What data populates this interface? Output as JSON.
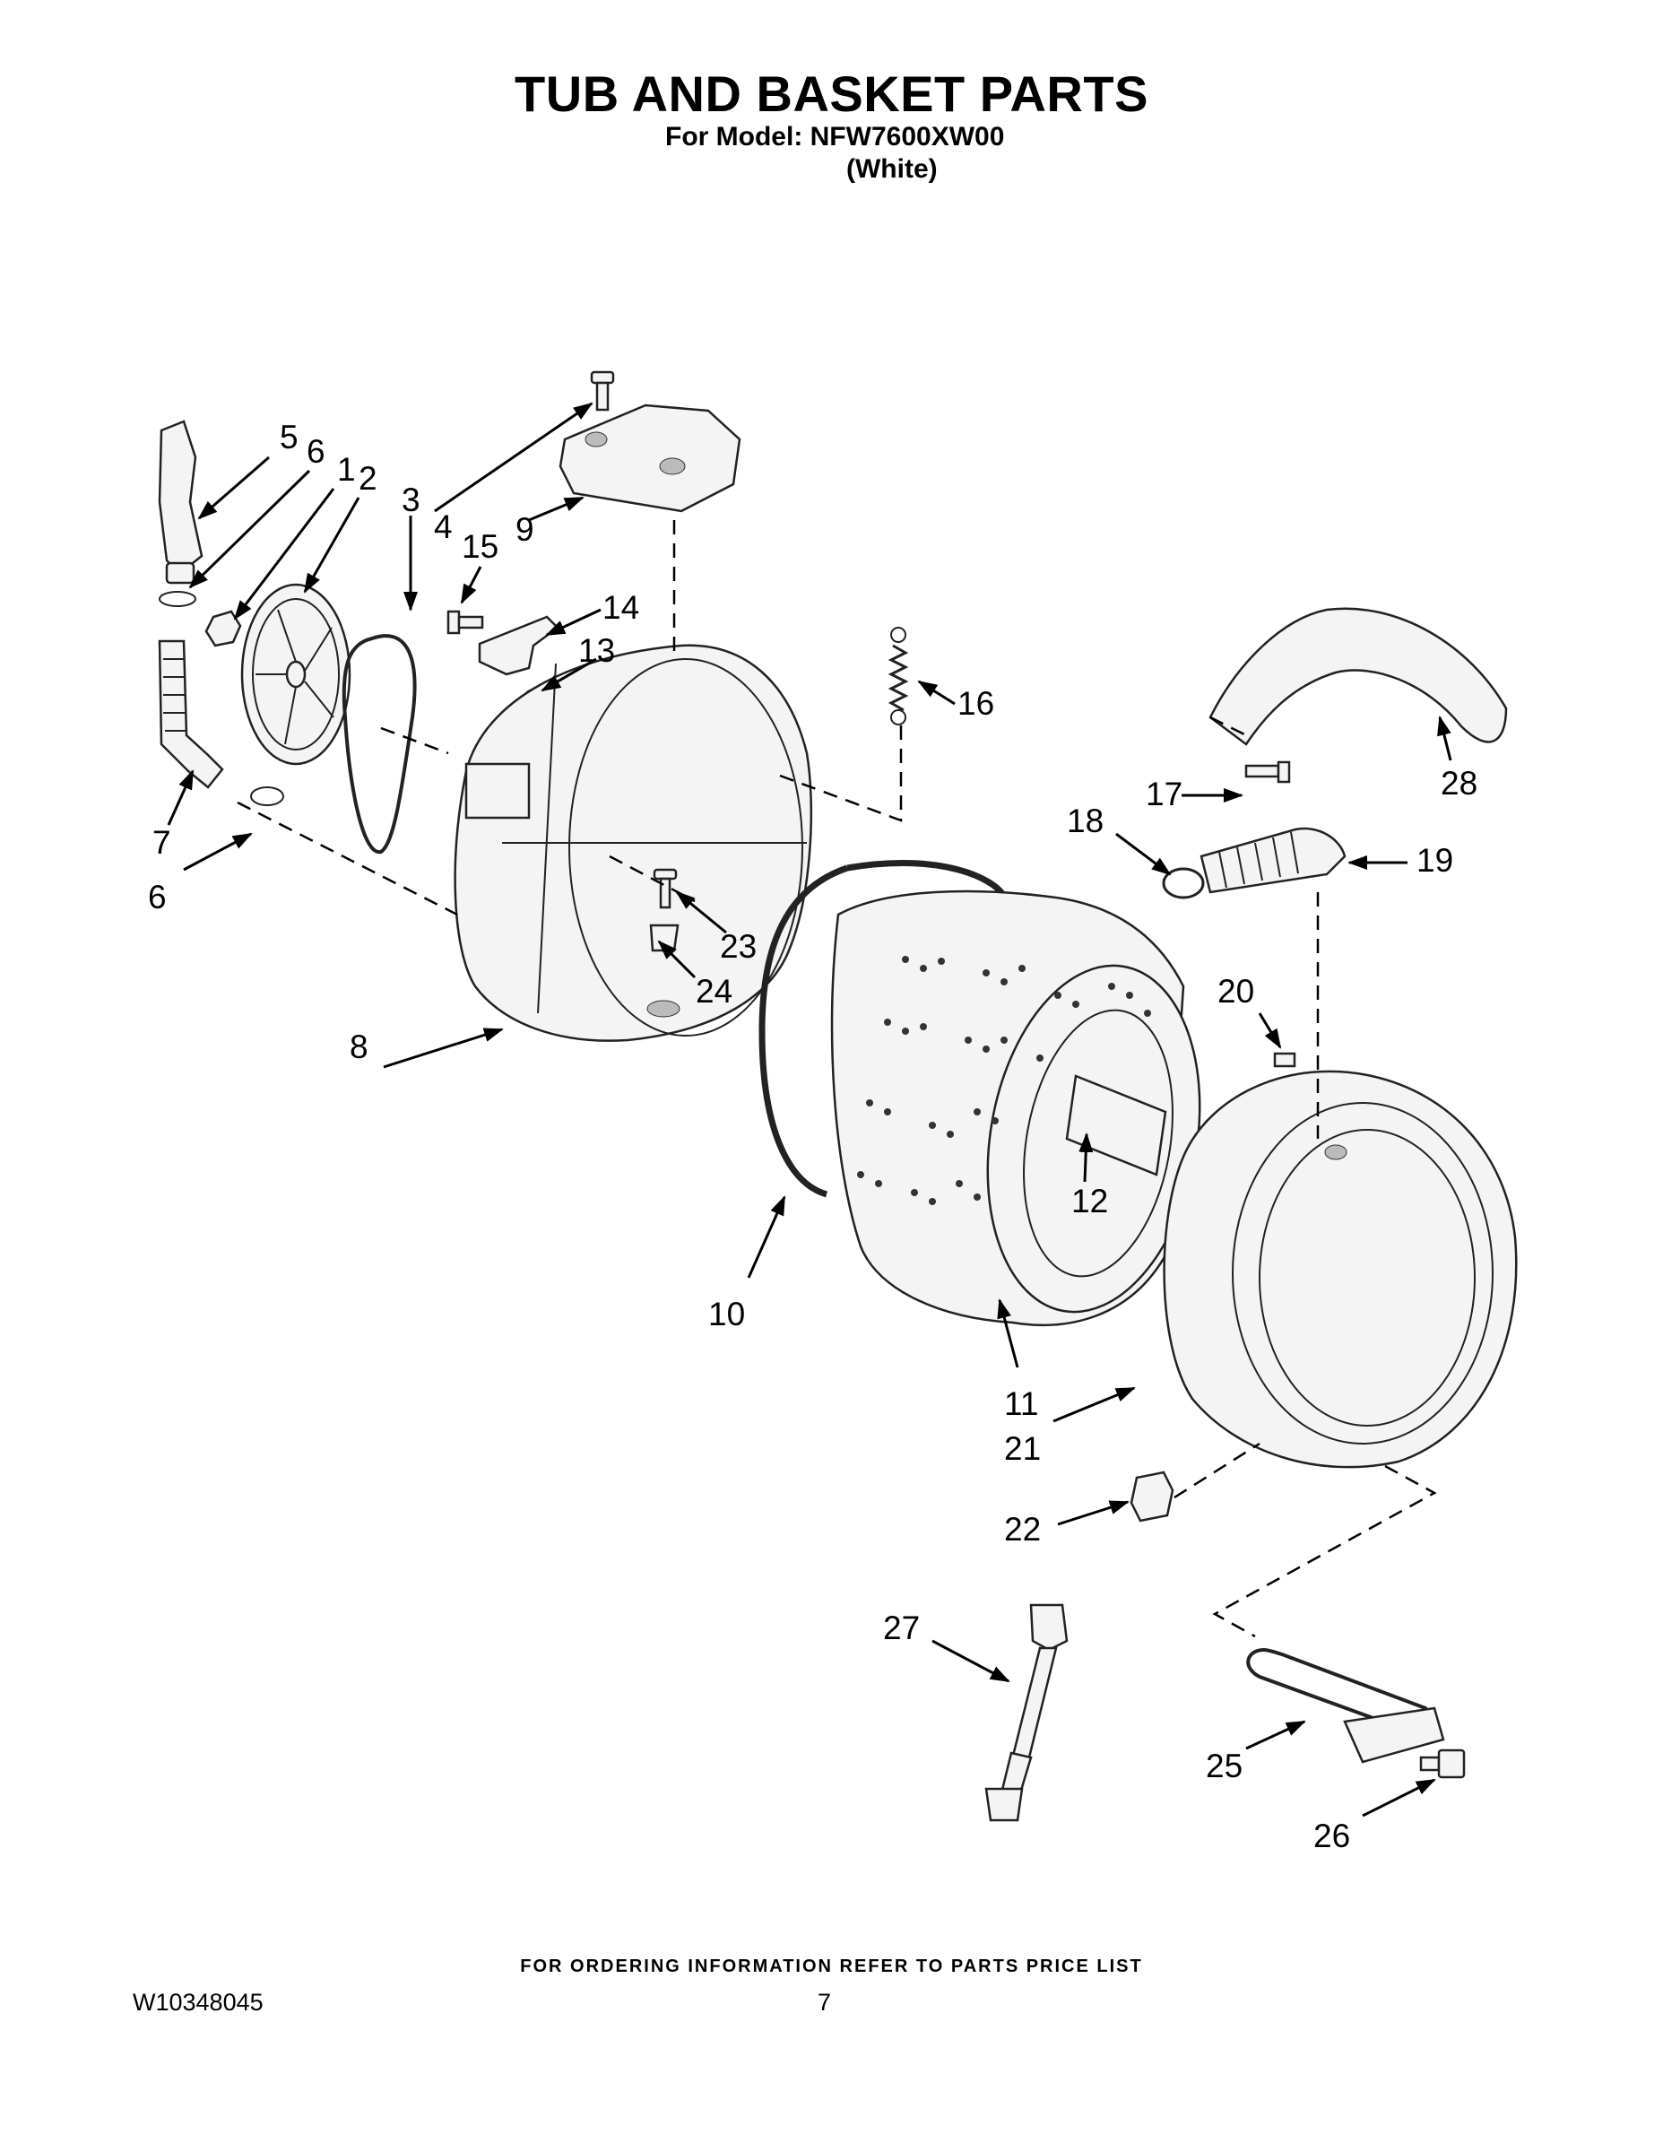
{
  "header": {
    "title": "TUB AND BASKET PARTS",
    "model_line": "For Model: NFW7600XW00",
    "color_line": "(White)"
  },
  "callouts": {
    "c1": "1",
    "c2": "2",
    "c3": "3",
    "c4": "4",
    "c5": "5",
    "c6a": "6",
    "c6b": "6",
    "c7": "7",
    "c8": "8",
    "c9": "9",
    "c10": "10",
    "c11": "11",
    "c12": "12",
    "c13": "13",
    "c14": "14",
    "c15": "15",
    "c16": "16",
    "c17": "17",
    "c18": "18",
    "c19": "19",
    "c20": "20",
    "c21": "21",
    "c22": "22",
    "c23": "23",
    "c24": "24",
    "c25": "25",
    "c26": "26",
    "c27": "27",
    "c28": "28"
  },
  "footer": {
    "ordering_note": "FOR ORDERING INFORMATION REFER TO PARTS PRICE LIST",
    "doc_number": "W10348045",
    "page_number": "7"
  }
}
